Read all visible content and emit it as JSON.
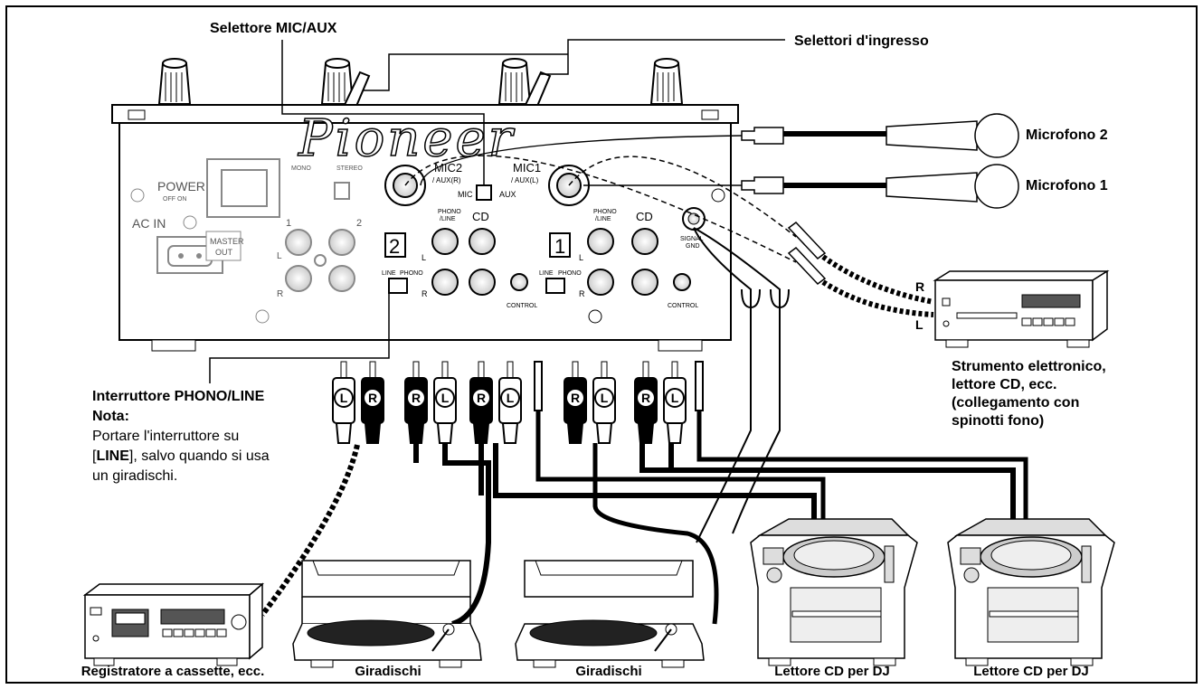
{
  "colors": {
    "line": "#000000",
    "panel": "#ffffff",
    "engrave": "#888888",
    "device_fill": "#d0d0d0"
  },
  "labels": {
    "mic_aux_selector": "Selettore MIC/AUX",
    "input_selectors": "Selettori d'ingresso",
    "mic2": "Microfono 2",
    "mic1": "Microfono 1",
    "instrument": [
      "Strumento elettronico,",
      "lettore CD, ecc.",
      "(collegamento con",
      "spinotti fono)"
    ],
    "phono_line_switch": "Interruttore PHONO/LINE",
    "note_title": "Nota",
    "note_line1": "Portare l'interruttore su",
    "note_line2_pre": "[",
    "note_line2_bold": "LINE",
    "note_line2_post": "], salvo quando si usa",
    "note_line3": "un giradischi.",
    "rl_r": "R",
    "rl_l": "L"
  },
  "captions": {
    "cassette": "Registratore a cassette, ecc.",
    "turntable1": "Giradischi",
    "turntable2": "Giradischi",
    "cdj1": "Lettore CD per DJ",
    "cdj2": "Lettore CD per DJ"
  },
  "panel": {
    "brand": "Pioneer",
    "power": "POWER",
    "power_sub": "OFF ON",
    "ac_in": "AC IN",
    "mono": "MONO",
    "stereo": "STEREO",
    "master_out": [
      "MASTER",
      "OUT"
    ],
    "mic2": "MIC2",
    "mic2_sub": "/ AUX(R)",
    "mic1": "MIC1",
    "mic1_sub": "/ AUX(L)",
    "mic": "MIC",
    "aux": "AUX",
    "phono_line": [
      "PHONO",
      "/LINE"
    ],
    "cd": "CD",
    "line": "LINE",
    "phono": "PHONO",
    "control": "CONTROL",
    "signal_gnd": [
      "SIGNAL",
      "GND"
    ],
    "ch2": "2",
    "ch1": "1",
    "l": "L",
    "r": "R",
    "one": "1",
    "two": "2"
  },
  "plugs": [
    "L",
    "R",
    "R",
    "L",
    "R",
    "L",
    "R",
    "L",
    "R",
    "L"
  ]
}
